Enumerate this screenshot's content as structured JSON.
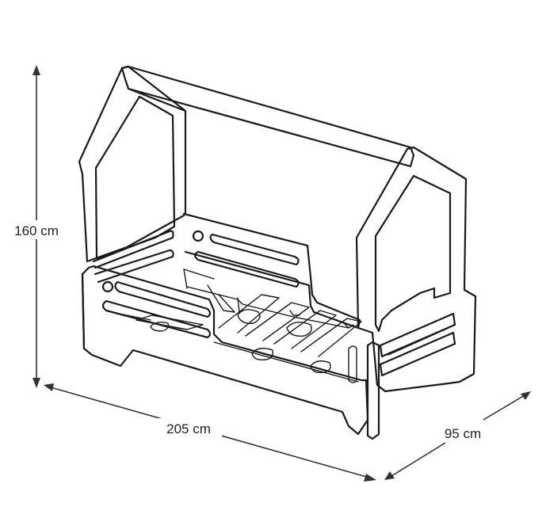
{
  "dimensions": {
    "height_label": "160 cm",
    "length_label": "205 cm",
    "width_label": "95 cm"
  },
  "colors": {
    "line": "#1a1a1a",
    "background": "#ffffff"
  }
}
